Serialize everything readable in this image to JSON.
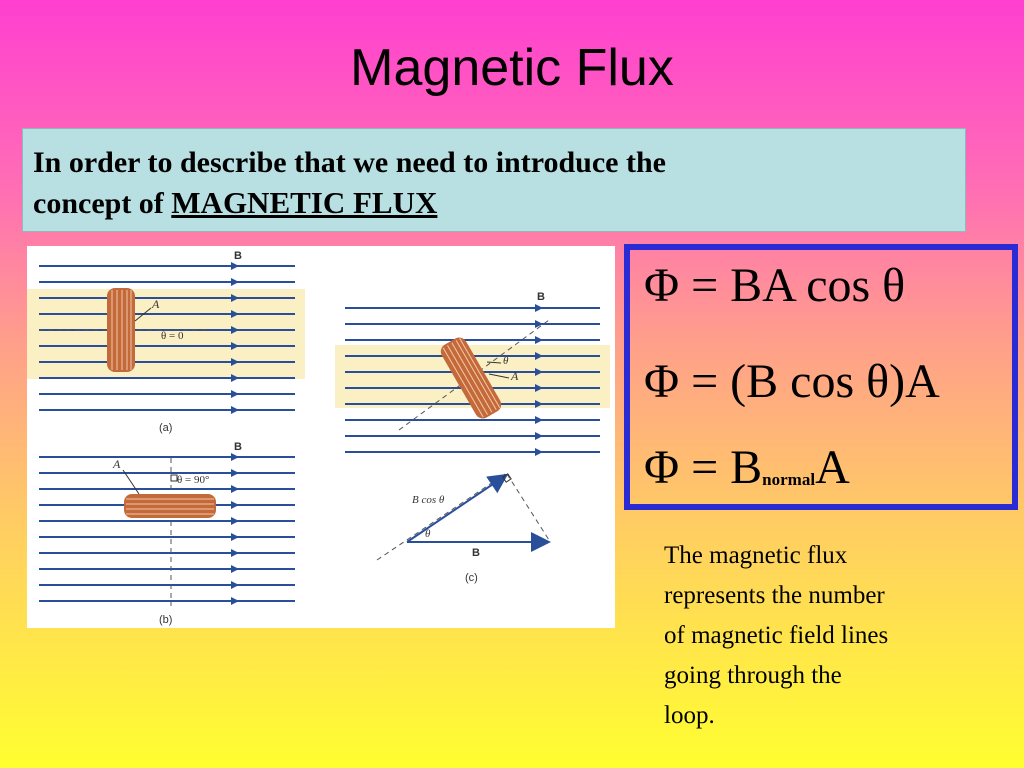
{
  "slide": {
    "title": "Magnetic Flux",
    "intro": {
      "text_line1": "In order to describe that we need to introduce the",
      "text_line2_prefix": "concept of ",
      "emphasis": "MAGNETIC FLUX"
    },
    "figure": {
      "field_label": "B",
      "panel_a": {
        "caption": "(a)",
        "area_label": "A",
        "angle_label": "θ = 0"
      },
      "panel_b": {
        "caption": "(b)",
        "area_label": "A",
        "angle_label": "θ = 90°"
      },
      "panel_c": {
        "caption": "(c)",
        "area_label": "A",
        "angle_label": "θ",
        "vector_component_label": "B cos θ",
        "vector_label": "B"
      }
    },
    "formulas": {
      "f1": "Φ = BA cos θ",
      "f2": "Φ = (B cos θ)A",
      "f3_main": "Φ = B",
      "f3_sub": "normal",
      "f3_end": "A"
    },
    "description_lines": [
      "The magnetic flux",
      "represents the number",
      "of magnetic field lines",
      "going through the",
      "loop."
    ],
    "colors": {
      "field_lines": "#2a4f9a",
      "coil": "#c46a3a",
      "highlight": "#fbefc4",
      "formula_border": "#2b2bd6",
      "intro_box": "#b8dfe2"
    }
  }
}
